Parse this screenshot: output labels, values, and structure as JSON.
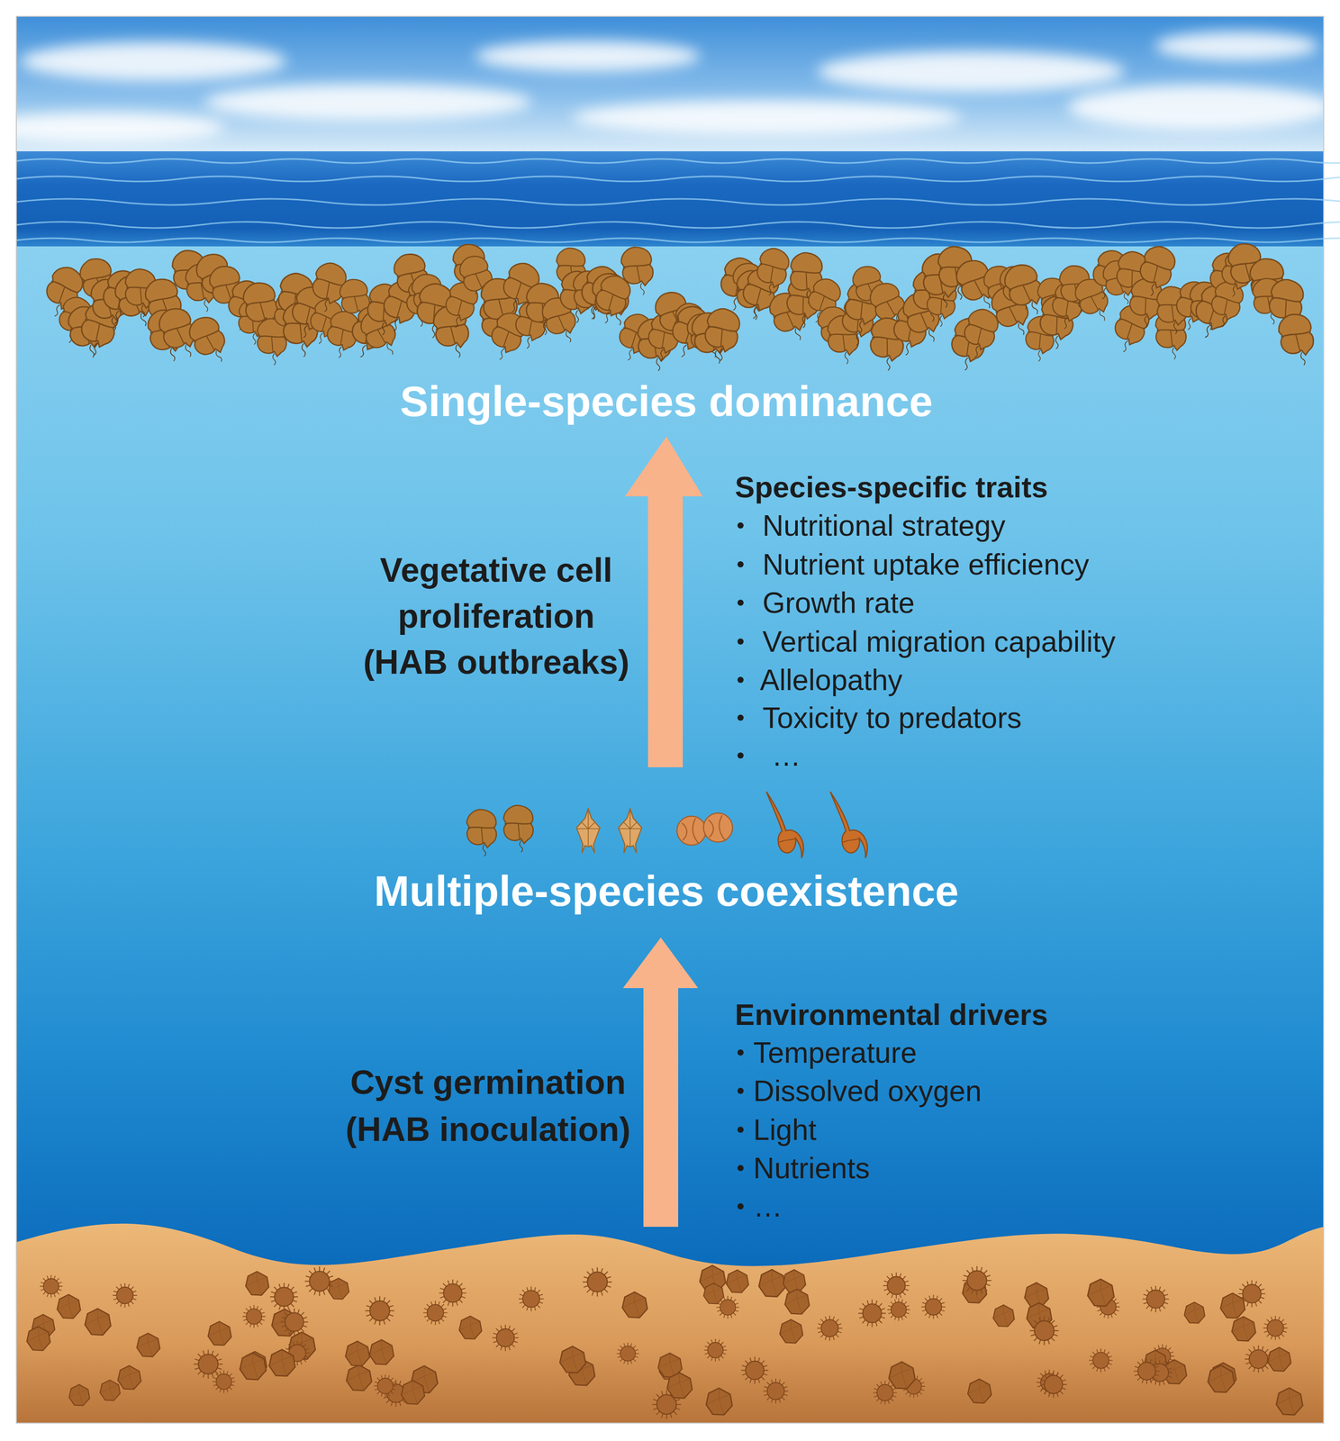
{
  "diagram": {
    "labels": [
      "Single-species dominance",
      "Vegetative cell proliferation (HAB outbreaks)",
      "Species-specific traits",
      "Nutritional strategy",
      "Nutrient uptake efficiency",
      "Growth rate",
      "Vertical migration capability",
      "Allelopathy",
      "Toxicity to predators",
      "…",
      "Multiple-species coexistence",
      "Cyst germination (HAB inoculation)",
      "Environmental drivers",
      "Temperature",
      "Dissolved oxygen",
      "Light",
      "Nutrients",
      "…"
    ]
  }
}
